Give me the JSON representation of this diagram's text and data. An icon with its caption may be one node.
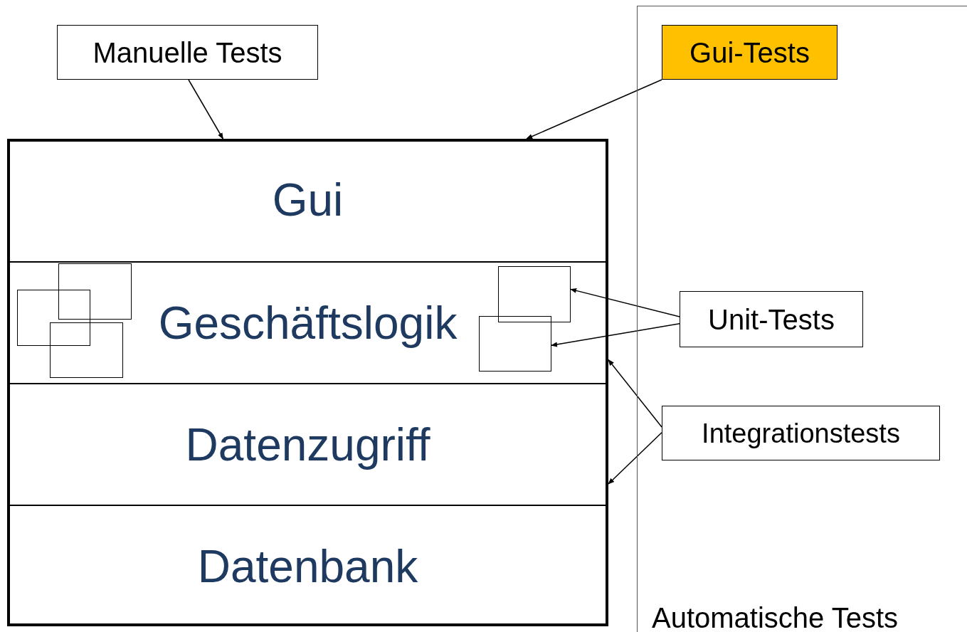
{
  "diagram": {
    "nodes": [
      {
        "text": [
          "Manuelle Tests"
        ]
      },
      {
        "text": [
          "Automatische Tests"
        ]
      },
      {
        "text": [
          "Gui-Tests"
        ],
        "in": 1
      },
      {
        "text": [
          "Unit-Tests"
        ],
        "in": 1
      },
      {
        "text": [
          "Integrationstests"
        ],
        "in": 1
      },
      {
        "text": [],
        "shape": "box"
      },
      {
        "text": [
          "Gui"
        ],
        "in": 5
      },
      {
        "text": [
          "Geschäftslogik"
        ],
        "in": 5
      },
      {
        "text": [
          "Datenzugriff"
        ],
        "in": 5
      },
      {
        "text": [
          "Datenbank"
        ],
        "in": 5
      },
      {
        "text": [],
        "shape": "box",
        "in": 7
      },
      {
        "text": [],
        "shape": "box",
        "in": 7
      },
      {
        "text": [],
        "shape": "box",
        "in": 7
      },
      {
        "text": [],
        "shape": "box",
        "in": 7
      },
      {
        "text": [],
        "shape": "box",
        "in": 7
      }
    ],
    "edges": [
      {
        "from": 0,
        "to": 5,
        "arrow": "to"
      },
      {
        "from": 2,
        "to": 5,
        "arrow": "to"
      },
      {
        "from": 3,
        "to": 14,
        "arrow": "to"
      },
      {
        "from": 3,
        "to": 13,
        "arrow": "to"
      },
      {
        "from": 4,
        "to": 7,
        "arrow": "to"
      },
      {
        "from": 4,
        "to": 8,
        "arrow": "to"
      }
    ]
  }
}
